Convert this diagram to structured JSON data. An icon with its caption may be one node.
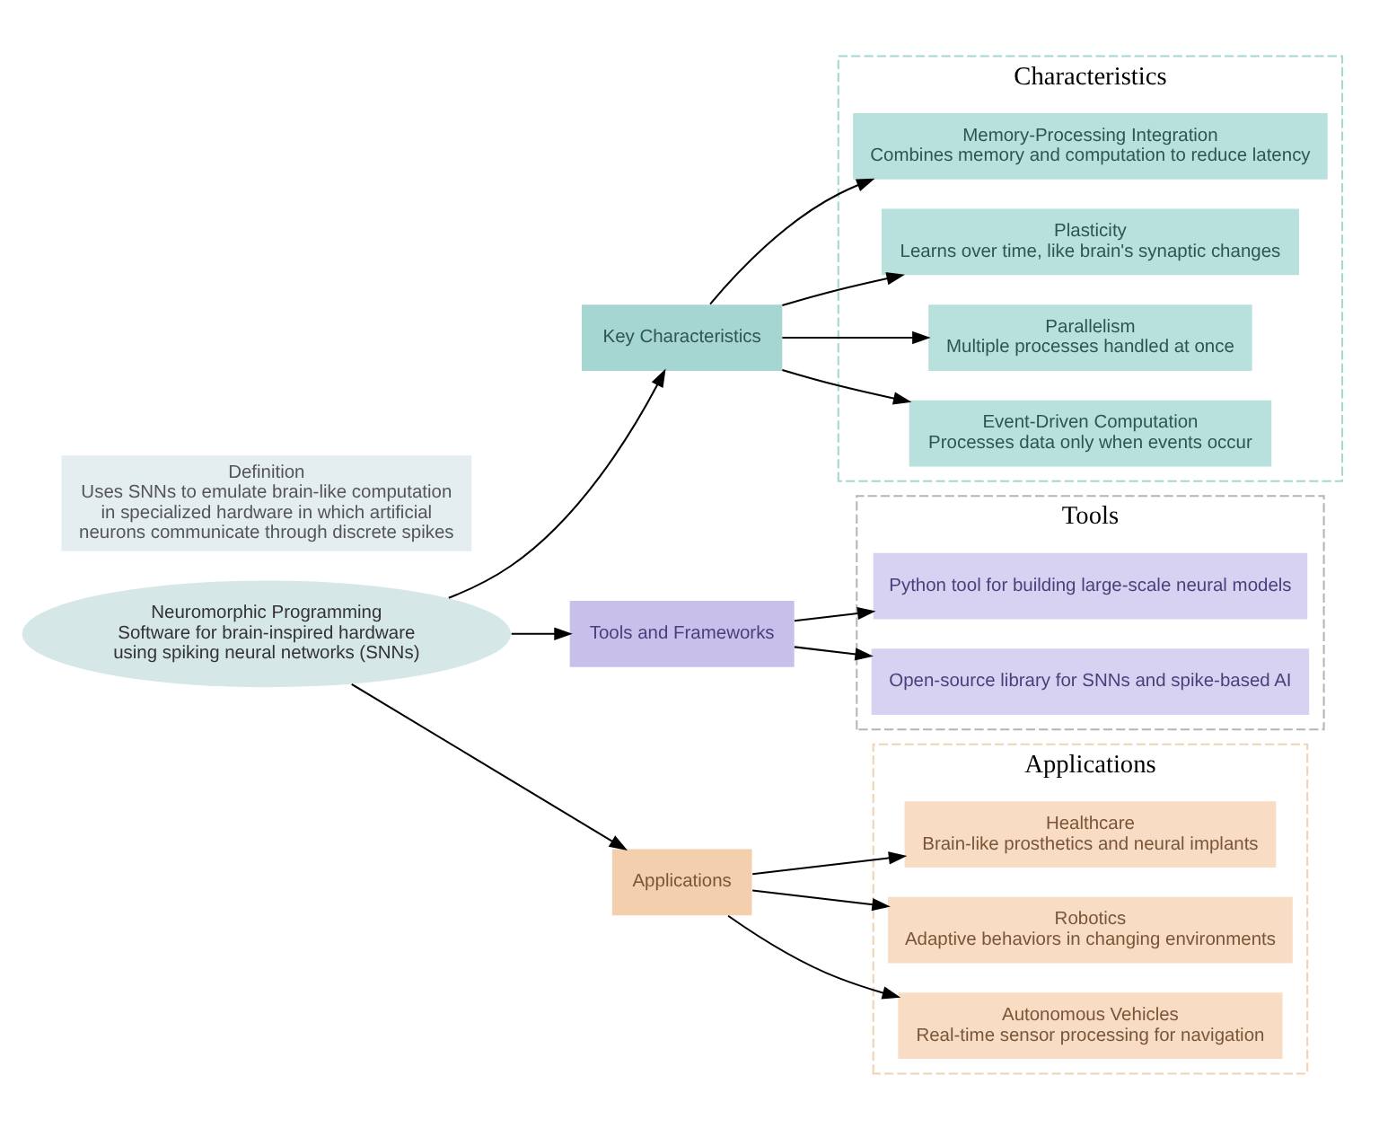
{
  "diagram": {
    "nodes": [
      {
        "text": [
          "Characteristics"
        ]
      },
      {
        "text": [
          "Memory-Processing Integration",
          "Combines memory and computation to reduce latency"
        ],
        "in": 0
      },
      {
        "text": [
          "Plasticity",
          "Learns over time, like brain's synaptic changes"
        ],
        "in": 0
      },
      {
        "text": [
          "Parallelism",
          "Multiple processes handled at once"
        ],
        "in": 0
      },
      {
        "text": [
          "Event-Driven Computation",
          "Processes data only when events occur"
        ],
        "in": 0
      },
      {
        "text": [
          "Key Characteristics"
        ]
      },
      {
        "text": [
          "Neuromorphic Programming",
          "Software for brain-inspired hardware using spiking neural networks (SNNs)"
        ]
      },
      {
        "text": [
          "Tools and Frameworks"
        ]
      },
      {
        "text": [
          "Tools"
        ]
      },
      {
        "text": [
          "Python tool for building large-scale neural models"
        ],
        "in": 8
      },
      {
        "text": [
          "Open-source library for SNNs and spike-based AI"
        ],
        "in": 8
      },
      {
        "text": [
          "Definition",
          "Uses SNNs to emulate brain-like computation in specialized hardware in which artificial neurons communicate through discrete spikes"
        ]
      },
      {
        "text": [
          "Applications"
        ]
      },
      {
        "text": [
          "Applications"
        ]
      },
      {
        "text": [
          "Healthcare",
          "Brain-like prosthetics and neural implants"
        ],
        "in": 13
      },
      {
        "text": [
          "Robotics",
          "Adaptive behaviors in changing environments"
        ],
        "in": 13
      },
      {
        "text": [
          "Autonomous Vehicles",
          "Real-time sensor processing for navigation"
        ],
        "in": 13
      }
    ],
    "edges": [
      {
        "from": 6,
        "to": 5,
        "arrow": "to"
      },
      {
        "from": 6,
        "to": 7,
        "arrow": "to"
      },
      {
        "from": 6,
        "to": 12,
        "arrow": "to"
      },
      {
        "from": 5,
        "to": 1,
        "arrow": "to"
      },
      {
        "from": 5,
        "to": 2,
        "arrow": "to"
      },
      {
        "from": 5,
        "to": 3,
        "arrow": "to"
      },
      {
        "from": 5,
        "to": 4,
        "arrow": "to"
      },
      {
        "from": 7,
        "to": 9,
        "arrow": "to"
      },
      {
        "from": 7,
        "to": 10,
        "arrow": "to"
      },
      {
        "from": 12,
        "to": 14,
        "arrow": "to"
      },
      {
        "from": 12,
        "to": 15,
        "arrow": "to"
      },
      {
        "from": 12,
        "to": 16,
        "arrow": "to"
      }
    ]
  }
}
